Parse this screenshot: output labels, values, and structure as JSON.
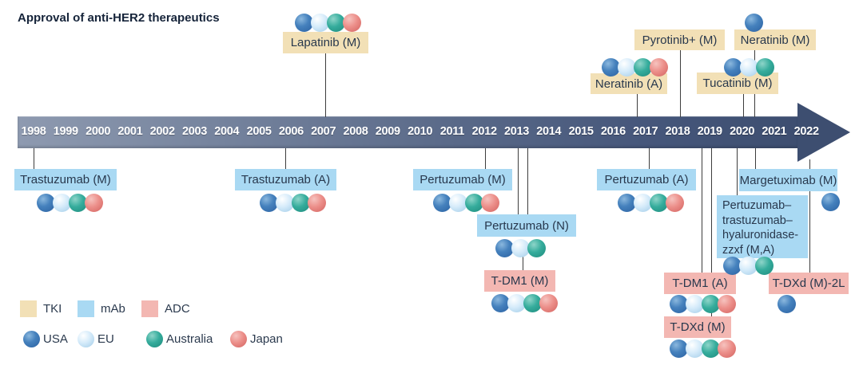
{
  "title": "Approval of anti-HER2 therapeutics",
  "timeline": {
    "years": [
      "1998",
      "1999",
      "2000",
      "2001",
      "2002",
      "2003",
      "2004",
      "2005",
      "2006",
      "2007",
      "2008",
      "2009",
      "2010",
      "2011",
      "2012",
      "2013",
      "2014",
      "2015",
      "2016",
      "2017",
      "2018",
      "2019",
      "2020",
      "2021",
      "2022"
    ]
  },
  "legend": {
    "types": [
      {
        "id": "tki",
        "label": "TKI",
        "color": "#f2e0b6"
      },
      {
        "id": "mab",
        "label": "mAb",
        "color": "#a9d9f3"
      },
      {
        "id": "adc",
        "label": "ADC",
        "color": "#f3b7b2"
      }
    ],
    "regions": [
      {
        "id": "usa",
        "label": "USA",
        "color": "#4581bd"
      },
      {
        "id": "eu",
        "label": "EU",
        "color": "#d5ebfa"
      },
      {
        "id": "australia",
        "label": "Australia",
        "color": "#35ac9c"
      },
      {
        "id": "japan",
        "label": "Japan",
        "color": "#ec8f8a"
      }
    ]
  },
  "events": [
    {
      "id": "trastuzumab-m",
      "label": "Trastuzumab (M)",
      "type": "mab",
      "year": "1998",
      "regions": [
        "usa",
        "eu",
        "australia",
        "japan"
      ]
    },
    {
      "id": "trastuzumab-a",
      "label": "Trastuzumab (A)",
      "type": "mab",
      "year": "2006",
      "regions": [
        "usa",
        "eu",
        "australia",
        "japan"
      ]
    },
    {
      "id": "lapatinib-m",
      "label": "Lapatinib (M)",
      "type": "tki",
      "year": "2007",
      "regions": [
        "usa",
        "eu",
        "australia",
        "japan"
      ]
    },
    {
      "id": "pertuzumab-m",
      "label": "Pertuzumab (M)",
      "type": "mab",
      "year": "2012",
      "regions": [
        "usa",
        "eu",
        "australia",
        "japan"
      ]
    },
    {
      "id": "pertuzumab-n",
      "label": "Pertuzumab (N)",
      "type": "mab",
      "year": "2013",
      "regions": [
        "usa",
        "eu",
        "australia"
      ]
    },
    {
      "id": "t-dm1-m",
      "label": "T-DM1 (M)",
      "type": "adc",
      "year": "2013",
      "regions": [
        "usa",
        "eu",
        "australia",
        "japan"
      ]
    },
    {
      "id": "pertuzumab-a",
      "label": "Pertuzumab (A)",
      "type": "mab",
      "year": "2017",
      "regions": [
        "usa",
        "eu",
        "australia",
        "japan"
      ]
    },
    {
      "id": "neratinib-a",
      "label": "Neratinib (A)",
      "type": "tki",
      "year": "2017",
      "regions": [
        "usa",
        "eu",
        "australia",
        "japan"
      ]
    },
    {
      "id": "pyrotinib-m",
      "label": "Pyrotinib+ (M)",
      "type": "tki",
      "year": "2018",
      "regions": []
    },
    {
      "id": "t-dm1-a",
      "label": "T-DM1 (A)",
      "type": "adc",
      "year": "2019",
      "regions": [
        "usa",
        "eu",
        "australia",
        "japan"
      ]
    },
    {
      "id": "t-dxd-m",
      "label": "T-DXd (M)",
      "type": "adc",
      "year": "2019",
      "regions": [
        "usa",
        "eu",
        "australia",
        "japan"
      ]
    },
    {
      "id": "tucatinib-m",
      "label": "Tucatinib (M)",
      "type": "tki",
      "year": "2020",
      "regions": [
        "usa",
        "eu",
        "australia"
      ]
    },
    {
      "id": "neratinib-m",
      "label": "Neratinib (M)",
      "type": "tki",
      "year": "2020",
      "regions": [
        "usa"
      ]
    },
    {
      "id": "phesgo-ma",
      "label": "Pertuzumab–trastuzumab–hyaluronidase-zzxf (M,A)",
      "label_lines": [
        "Pertuzumab–",
        "trastuzumab–",
        "hyaluronidase-",
        "zzxf (M,A)"
      ],
      "type": "mab",
      "year": "2020",
      "regions": [
        "usa",
        "eu",
        "australia"
      ]
    },
    {
      "id": "margetuximab-m",
      "label": "Margetuximab (M)",
      "type": "mab",
      "year": "2020",
      "regions": [
        "usa"
      ]
    },
    {
      "id": "t-dxd-m-2l",
      "label": "T-DXd (M)-2L",
      "type": "adc",
      "year": "2022",
      "regions": [
        "usa"
      ]
    }
  ]
}
